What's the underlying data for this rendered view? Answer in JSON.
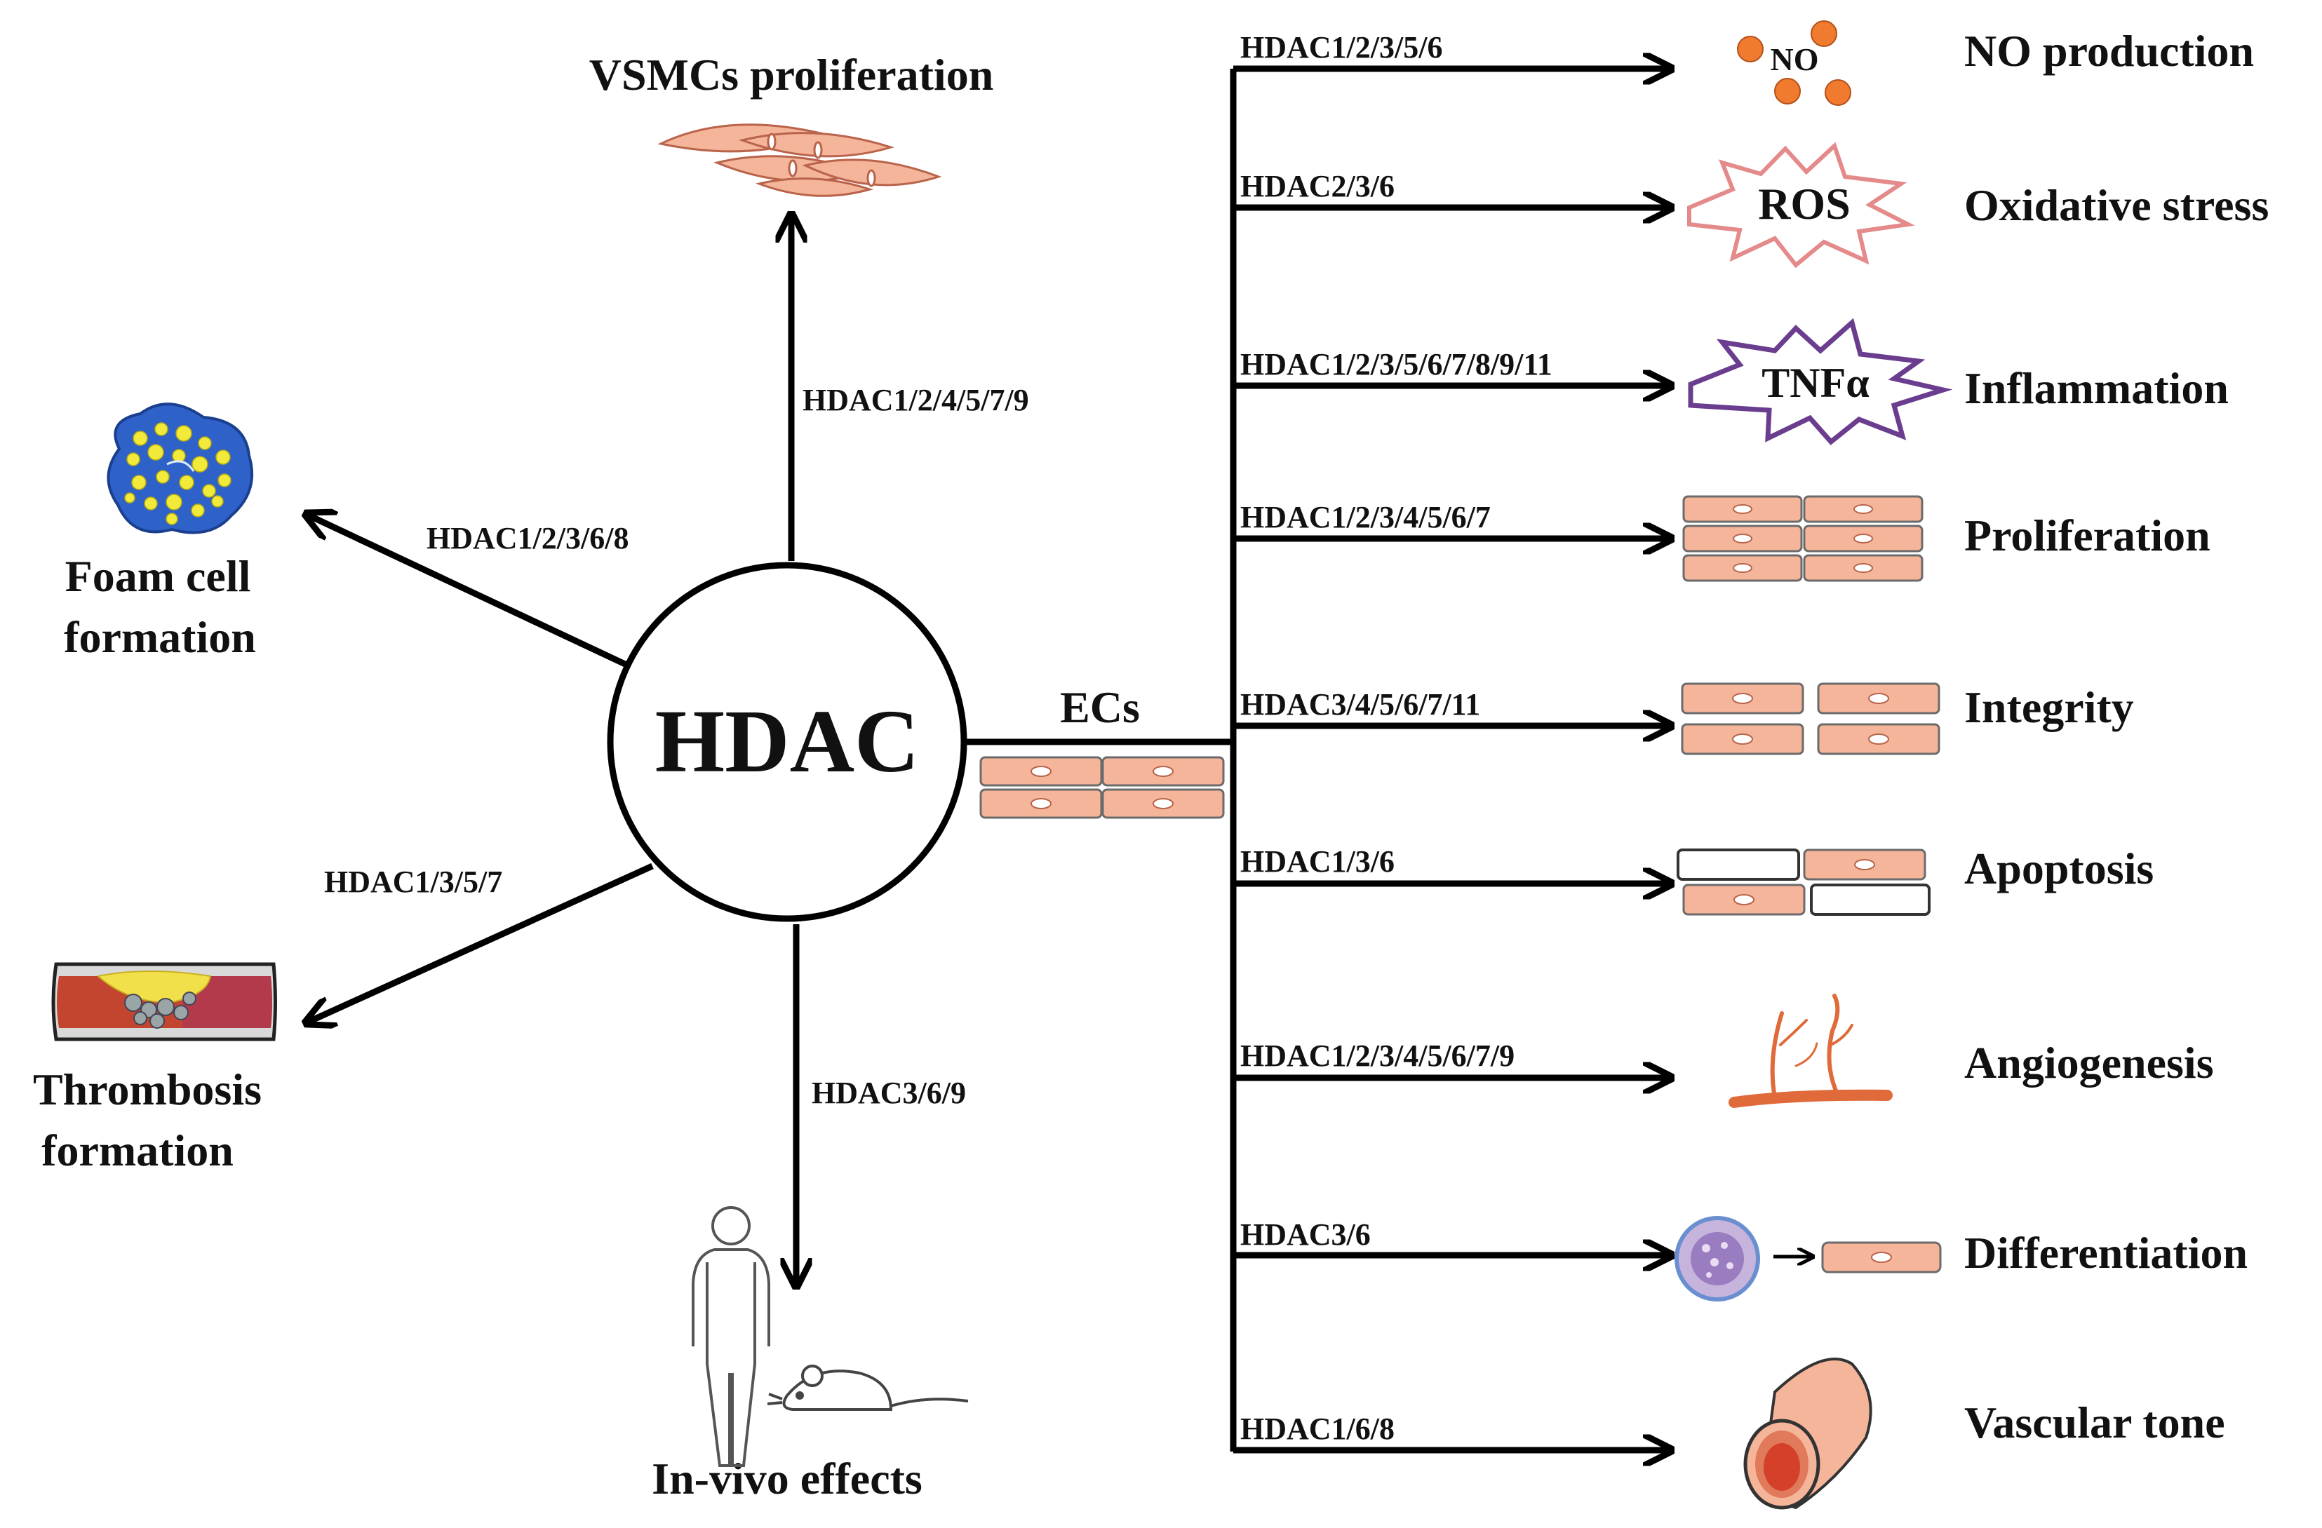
{
  "center": {
    "label": "HDAC"
  },
  "branches": {
    "vsmc": {
      "hdacs": "HDAC1/2/4/5/7/9",
      "outcome": "VSMCs proliferation"
    },
    "foam": {
      "hdacs": "HDAC1/2/3/6/8",
      "outcome_line1": "Foam cell",
      "outcome_line2": "formation"
    },
    "thrombosis": {
      "hdacs": "HDAC1/3/5/7",
      "outcome_line1": "Thrombosis",
      "outcome_line2": "formation"
    },
    "invivo": {
      "hdacs": "HDAC3/6/9",
      "outcome": "In-vivo effects"
    },
    "ecs": {
      "label": "ECs"
    }
  },
  "ec_effects": [
    {
      "hdacs": "HDAC1/2/3/5/6",
      "outcome": "NO production",
      "icon": "no-molecules-icon",
      "icon_text": "NO"
    },
    {
      "hdacs": "HDAC2/3/6",
      "outcome": "Oxidative stress",
      "icon": "ros-burst-icon",
      "icon_text": "ROS"
    },
    {
      "hdacs": "HDAC1/2/3/5/6/7/8/9/11",
      "outcome": "Inflammation",
      "icon": "tnf-alpha-burst-icon",
      "icon_text": "TNFα"
    },
    {
      "hdacs": "HDAC1/2/3/4/5/6/7",
      "outcome": "Proliferation",
      "icon": "proliferating-cells-icon"
    },
    {
      "hdacs": "HDAC3/4/5/6/7/11",
      "outcome": "Integrity",
      "icon": "separated-cells-icon"
    },
    {
      "hdacs": "HDAC1/3/6",
      "outcome": "Apoptosis",
      "icon": "apoptotic-cells-icon"
    },
    {
      "hdacs": "HDAC1/2/3/4/5/6/7/9",
      "outcome": "Angiogenesis",
      "icon": "branching-vessel-icon"
    },
    {
      "hdacs": "HDAC3/6",
      "outcome": "Differentiation",
      "icon": "stem-cell-to-ec-icon"
    },
    {
      "hdacs": "HDAC1/6/8",
      "outcome": "Vascular tone",
      "icon": "blood-vessel-icon"
    }
  ],
  "colors": {
    "cell_fill": "#f4b59a",
    "cell_stroke": "#b9634a",
    "ros_stroke": "#e58a8a",
    "tnf_stroke": "#6a3d8f",
    "no_sphere": "#f07a2e",
    "foam_blue": "#2f62c8",
    "lipid_yellow": "#f2ea3a",
    "vessel_red": "#d4402a"
  }
}
